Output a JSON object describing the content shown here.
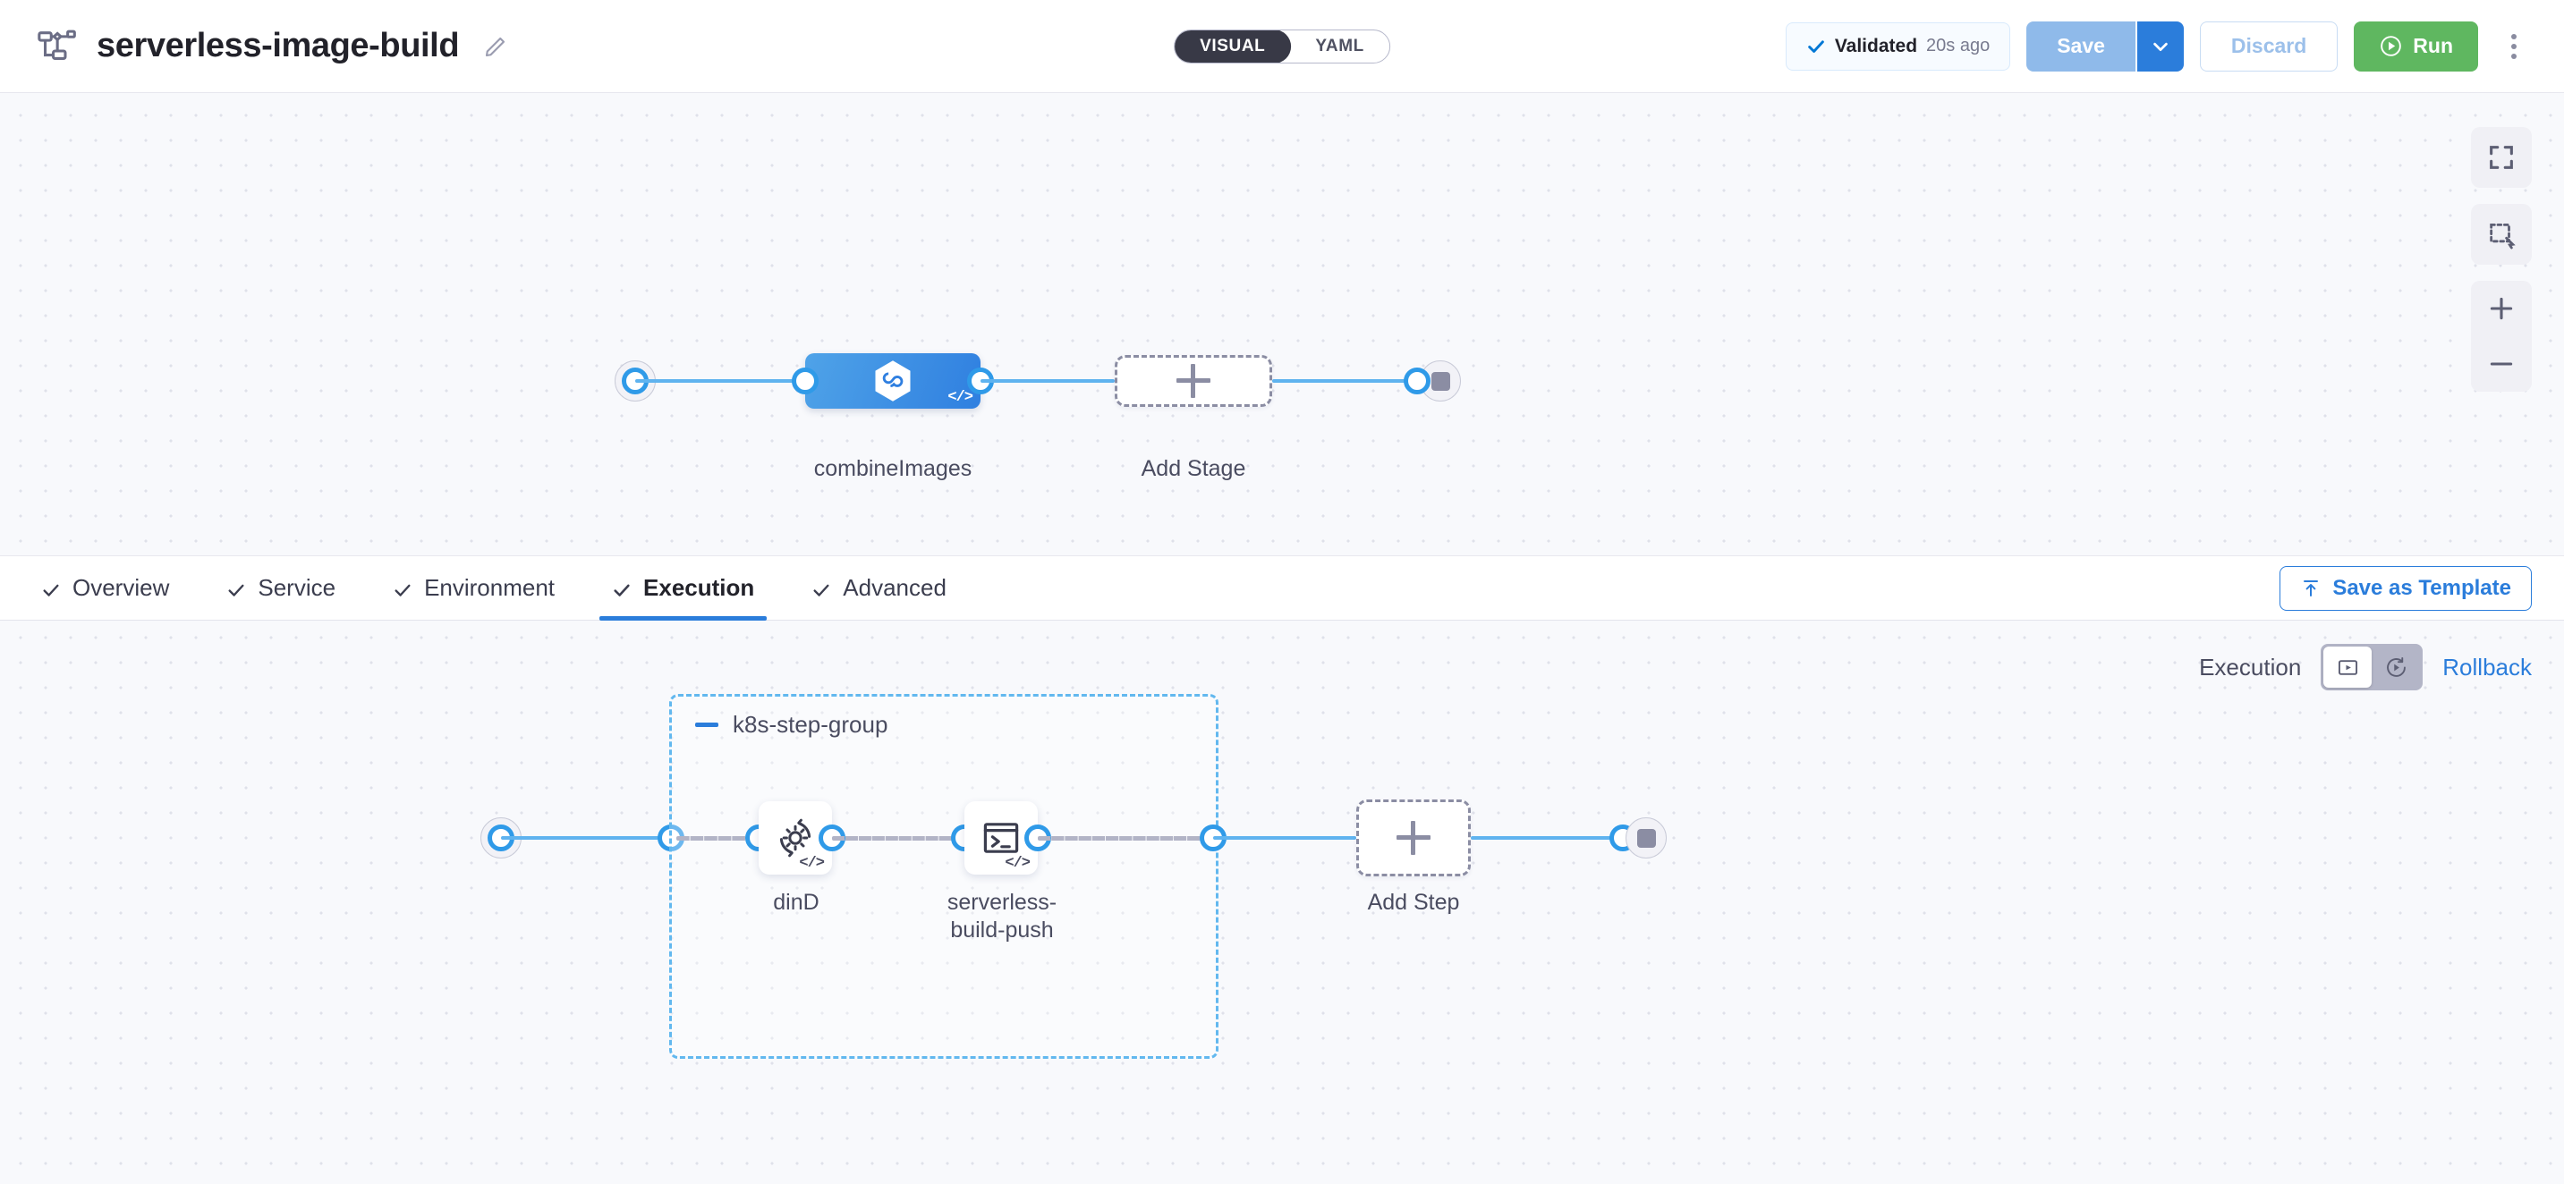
{
  "header": {
    "pipeline_icon": "pipeline-graph-icon",
    "title": "serverless-image-build",
    "edit_icon": "pencil-icon",
    "view_toggle": {
      "options": [
        "VISUAL",
        "YAML"
      ],
      "selected": "VISUAL"
    },
    "validation": {
      "icon": "check-icon",
      "label": "Validated",
      "time": "20s ago"
    },
    "save": {
      "label": "Save",
      "caret_icon": "chevron-down-icon"
    },
    "discard": {
      "label": "Discard"
    },
    "run": {
      "label": "Run",
      "icon": "play-circle-icon",
      "color": "#5fb760"
    },
    "more_icon": "kebab-menu-icon"
  },
  "stage_canvas": {
    "start_node": {
      "icon": "play-icon"
    },
    "stage": {
      "name": "combineImages",
      "icon": "harness-hexagon-icon",
      "badge": "</>",
      "color": "#2f7fe0"
    },
    "add_stage": {
      "label": "Add Stage",
      "icon": "plus-icon"
    },
    "end_node": {
      "icon": "stop-icon"
    },
    "controls": [
      {
        "name": "fit-to-screen",
        "icon": "fit-screen-icon"
      },
      {
        "name": "zoom-to-selection",
        "icon": "marquee-select-icon"
      },
      {
        "name": "zoom-in",
        "icon": "plus-icon"
      },
      {
        "name": "zoom-out",
        "icon": "minus-icon"
      }
    ]
  },
  "tabbar": {
    "tabs": [
      {
        "label": "Overview",
        "checked": true,
        "active": false
      },
      {
        "label": "Service",
        "checked": true,
        "active": false
      },
      {
        "label": "Environment",
        "checked": true,
        "active": false
      },
      {
        "label": "Execution",
        "checked": true,
        "active": true
      },
      {
        "label": "Advanced",
        "checked": true,
        "active": false
      }
    ],
    "save_as_template": {
      "label": "Save as Template",
      "icon": "upload-template-icon"
    }
  },
  "execution": {
    "mode_label": "Execution",
    "mode_toggle": {
      "options": [
        {
          "name": "execution",
          "icon": "execution-play-box-icon",
          "selected": true
        },
        {
          "name": "rollback",
          "icon": "rollback-icon",
          "selected": false
        }
      ]
    },
    "rollback_link": "Rollback",
    "start_node": {
      "icon": "play-icon"
    },
    "step_group": {
      "title": "k8s-step-group",
      "collapse_icon": "minus-icon",
      "steps": [
        {
          "name": "dinD",
          "icon": "gear-rotate-icon",
          "badge": "</>"
        },
        {
          "name": "serverless-build-push",
          "icon": "terminal-icon",
          "badge": "</>"
        }
      ]
    },
    "add_step": {
      "label": "Add Step",
      "icon": "plus-icon"
    },
    "end_node": {
      "icon": "stop-icon"
    }
  }
}
